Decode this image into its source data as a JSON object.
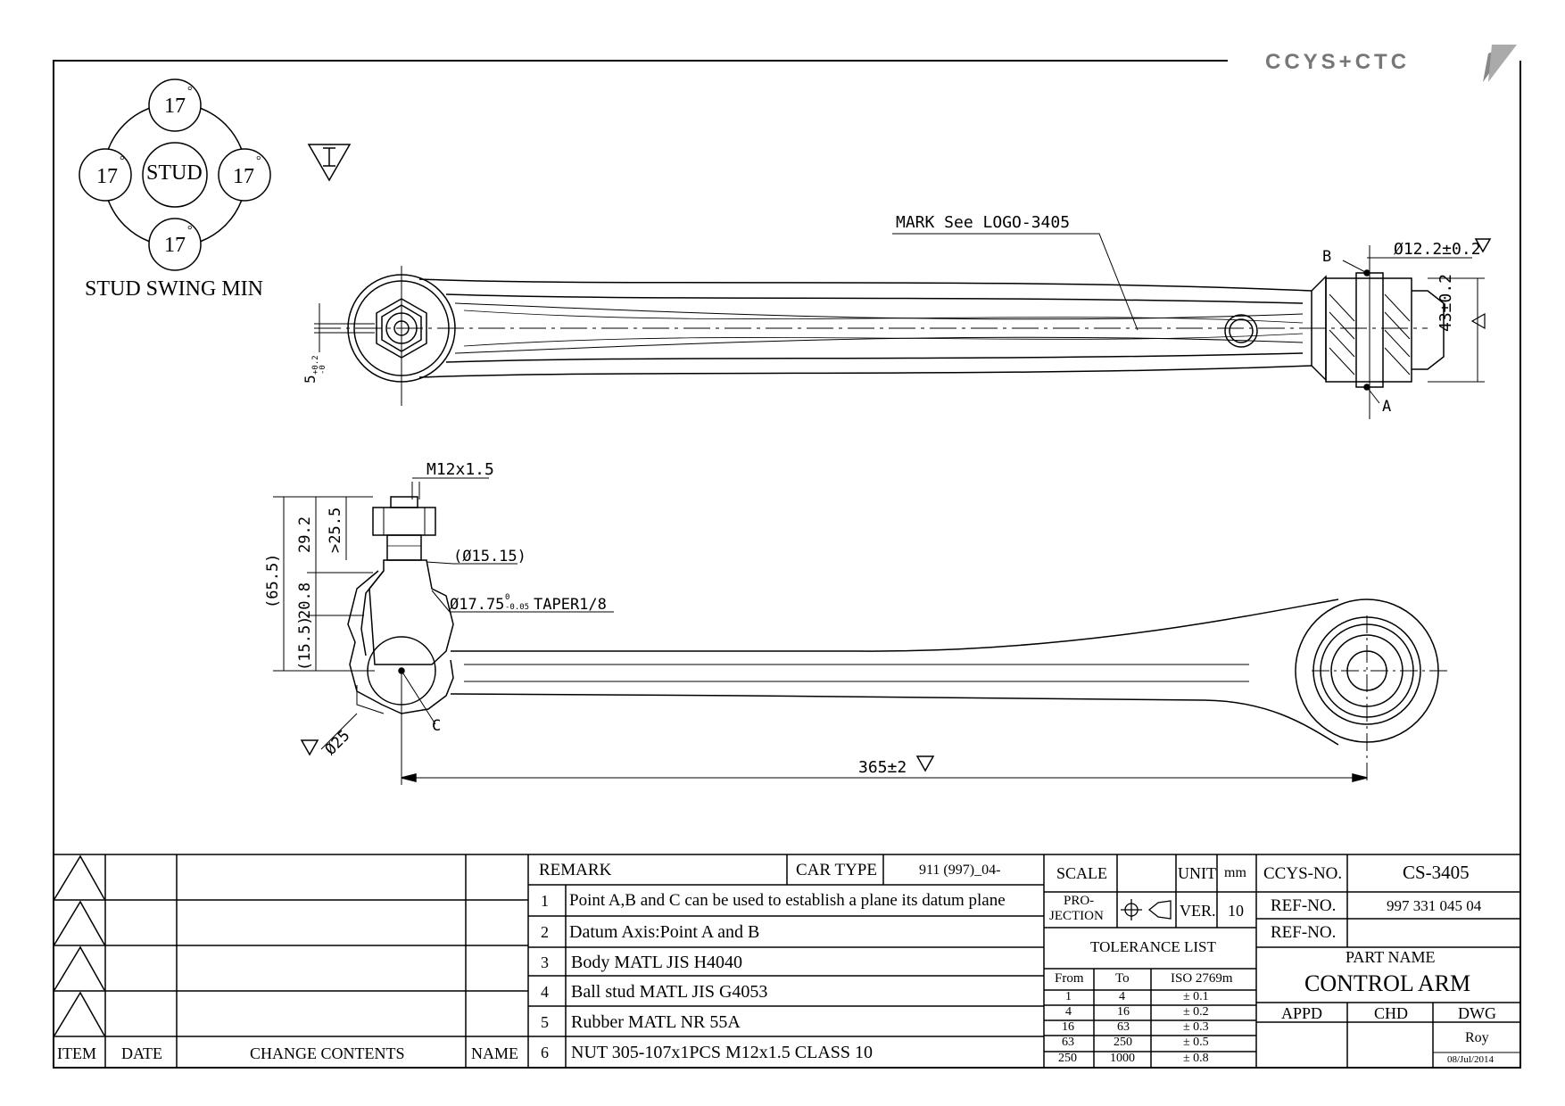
{
  "logo": {
    "text": "CCYS+CTC"
  },
  "swing": {
    "center": "STUD",
    "top": "17",
    "left": "17",
    "right": "17",
    "bottom": "17",
    "deg": "°",
    "caption": "STUD SWING MIN"
  },
  "dims": {
    "mark": "MARK See LOGO-3405",
    "bore": "Ø12.2±0.2",
    "height": "43±0.2",
    "thickness": "5",
    "thickness_tol_upper": "+0.2",
    "thickness_tol_lower": "-0",
    "pointB": "B",
    "pointA": "A",
    "pointC": "C",
    "thread": "M12x1.5",
    "d29": "29.2",
    "d25": ">25.5",
    "d65": "(65.5)",
    "d20": "20.8",
    "d15": "(15.5)",
    "dia15": "(Ø15.15)",
    "taper_dia": "Ø17.75",
    "taper_tol_upper": "0",
    "taper_tol_lower": "-0.05",
    "taper": "TAPER1/8",
    "dia25": "Ø25",
    "length": "365±2"
  },
  "revision": {
    "headers": {
      "item": "ITEM",
      "date": "DATE",
      "contents": "CHANGE CONTENTS",
      "name": "NAME"
    }
  },
  "remarks": {
    "label": "REMARK",
    "car_type_label": "CAR TYPE",
    "car_type": "911 (997)_04-",
    "rows": [
      {
        "n": "1",
        "text": "Point A,B and C can be used to establish a plane its datum plane"
      },
      {
        "n": "2",
        "text": "Datum Axis:Point A and B"
      },
      {
        "n": "3",
        "text": "Body MATL JIS H4040"
      },
      {
        "n": "4",
        "text": "Ball stud MATL JIS G4053"
      },
      {
        "n": "5",
        "text": "Rubber MATL NR 55A"
      },
      {
        "n": "6",
        "text": "NUT 305-107x1PCS M12x1.5 CLASS 10"
      }
    ]
  },
  "spec": {
    "scale_label": "SCALE",
    "scale": "",
    "unit_label": "UNIT",
    "unit": "mm",
    "projection_label_1": "PRO-",
    "projection_label_2": "JECTION",
    "ver_label": "VER.",
    "ver": "10",
    "tolerance_title": "TOLERANCE LIST",
    "tol_headers": {
      "from": "From",
      "to": "To",
      "std": "ISO 2769m"
    },
    "tolerances": [
      {
        "from": "1",
        "to": "4",
        "tol": "± 0.1"
      },
      {
        "from": "4",
        "to": "16",
        "tol": "± 0.2"
      },
      {
        "from": "16",
        "to": "63",
        "tol": "± 0.3"
      },
      {
        "from": "63",
        "to": "250",
        "tol": "± 0.5"
      },
      {
        "from": "250",
        "to": "1000",
        "tol": "± 0.8"
      }
    ]
  },
  "part": {
    "ccys_label": "CCYS-NO.",
    "ccys_no": "CS-3405",
    "ref_label": "REF-NO.",
    "ref_no": "997 331 045 04",
    "ref2_label": "REF-NO.",
    "ref2_no": "",
    "name_label": "PART NAME",
    "name": "CONTROL ARM",
    "appd_label": "APPD",
    "chd_label": "CHD",
    "dwg_label": "DWG",
    "dwg_by": "Roy",
    "date": "08/Jul/2014"
  }
}
